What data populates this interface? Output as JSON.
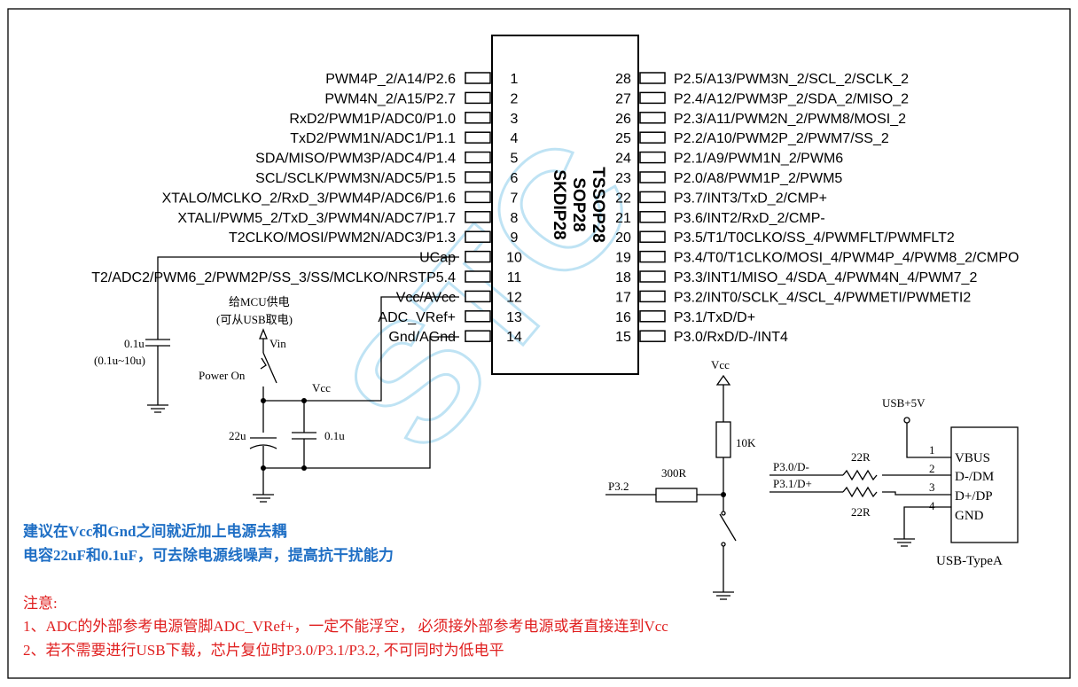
{
  "chip": {
    "packages": [
      "TSSOP28",
      "SOP28",
      "SKDIP28"
    ],
    "left_pins": [
      {
        "num": "1",
        "label": "PWM4P_2/A14/P2.6"
      },
      {
        "num": "2",
        "label": "PWM4N_2/A15/P2.7"
      },
      {
        "num": "3",
        "label": "RxD2/PWM1P/ADC0/P1.0"
      },
      {
        "num": "4",
        "label": "TxD2/PWM1N/ADC1/P1.1"
      },
      {
        "num": "5",
        "label": "SDA/MISO/PWM3P/ADC4/P1.4"
      },
      {
        "num": "6",
        "label": "SCL/SCLK/PWM3N/ADC5/P1.5"
      },
      {
        "num": "7",
        "label": "XTALO/MCLKO_2/RxD_3/PWM4P/ADC6/P1.6"
      },
      {
        "num": "8",
        "label": "XTALI/PWM5_2/TxD_3/PWM4N/ADC7/P1.7"
      },
      {
        "num": "9",
        "label": "T2CLKO/MOSI/PWM2N/ADC3/P1.3"
      },
      {
        "num": "10",
        "label": "UCap"
      },
      {
        "num": "11",
        "label": "T2/ADC2/PWM6_2/PWM2P/SS_3/SS/MCLKO/NRSTP5.4"
      },
      {
        "num": "12",
        "label": "Vcc/AVcc"
      },
      {
        "num": "13",
        "label": "ADC_VRef+"
      },
      {
        "num": "14",
        "label": "Gnd/AGnd"
      }
    ],
    "right_pins": [
      {
        "num": "28",
        "label": "P2.5/A13/PWM3N_2/SCL_2/SCLK_2"
      },
      {
        "num": "27",
        "label": "P2.4/A12/PWM3P_2/SDA_2/MISO_2"
      },
      {
        "num": "26",
        "label": "P2.3/A11/PWM2N_2/PWM8/MOSI_2"
      },
      {
        "num": "25",
        "label": "P2.2/A10/PWM2P_2/PWM7/SS_2"
      },
      {
        "num": "24",
        "label": "P2.1/A9/PWM1N_2/PWM6"
      },
      {
        "num": "23",
        "label": "P2.0/A8/PWM1P_2/PWM5"
      },
      {
        "num": "22",
        "label": "P3.7/INT3/TxD_2/CMP+"
      },
      {
        "num": "21",
        "label": "P3.6/INT2/RxD_2/CMP-"
      },
      {
        "num": "20",
        "label": "P3.5/T1/T0CLKO/SS_4/PWMFLT/PWMFLT2"
      },
      {
        "num": "19",
        "label": "P3.4/T0/T1CLKO/MOSI_4/PWM4P_4/PWM8_2/CMPO"
      },
      {
        "num": "18",
        "label": "P3.3/INT1/MISO_4/SDA_4/PWM4N_4/PWM7_2"
      },
      {
        "num": "17",
        "label": "P3.2/INT0/SCLK_4/SCL_4/PWMETI/PWMETI2"
      },
      {
        "num": "16",
        "label": "P3.1/TxD/D+"
      },
      {
        "num": "15",
        "label": "P3.0/RxD/D-/INT4"
      }
    ]
  },
  "power": {
    "supply_note_line1": "给MCU供电",
    "supply_note_line2": "(可从USB取电)",
    "vin_label": "Vin",
    "switch_label": "Power On",
    "vcc_label": "Vcc",
    "ucap_cap_value": "0.1u",
    "ucap_cap_range": "(0.1u~10u)",
    "bulk_cap": "22u",
    "decouple_cap": "0.1u"
  },
  "reset_circuit": {
    "vcc_label": "Vcc",
    "pullup_resistor": "10K",
    "series_resistor": "300R",
    "net_label": "P3.2"
  },
  "usb": {
    "supply_label": "USB+5V",
    "net_dm": "P3.0/D-",
    "net_dp": "P3.1/D+",
    "resistor_top": "22R",
    "resistor_bottom": "22R",
    "connector_name": "USB-TypeA",
    "pins": [
      {
        "num": "1",
        "name": "VBUS"
      },
      {
        "num": "2",
        "name": "D-/DM"
      },
      {
        "num": "3",
        "name": "D+/DP"
      },
      {
        "num": "4",
        "name": "GND"
      }
    ]
  },
  "advice": {
    "line1": "建议在Vcc和Gnd之间就近加上电源去耦",
    "line2": "电容22uF和0.1uF，可去除电源线噪声，提高抗干扰能力"
  },
  "notes": {
    "title": "注意:",
    "item1": "1、ADC的外部参考电源管脚ADC_VRef+，一定不能浮空，  必须接外部参考电源或者直接连到Vcc",
    "item2": "2、若不需要进行USB下载，芯片复位时P3.0/P3.1/P3.2,  不可同时为低电平"
  },
  "watermark": "STC",
  "colors": {
    "advice_text": "#1f6fc5",
    "notes_text": "#e02020",
    "watermark": "#bfe3f4"
  }
}
